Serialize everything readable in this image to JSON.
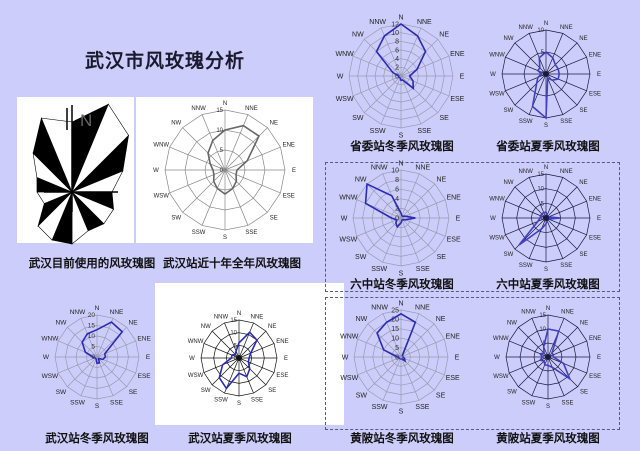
{
  "title": "武汉市风玫瑰分析",
  "directions": [
    "N",
    "NNE",
    "NE",
    "ENE",
    "E",
    "ESE",
    "SE",
    "SSE",
    "S",
    "SSW",
    "SW",
    "WSW",
    "W",
    "WNW",
    "NW",
    "NNW"
  ],
  "legacy_rose": {
    "caption": "武汉目前使用的风玫瑰图",
    "north_label": "N"
  },
  "chart_data": [
    {
      "id": "wuhan-decade",
      "type": "radar",
      "caption": "武汉站近十年全年风玫瑰图",
      "ticks": [
        0,
        5,
        10,
        15
      ],
      "rmax": 15,
      "grid_color": "#888888",
      "line_color": "#666666",
      "values": [
        10,
        12,
        12,
        6,
        3,
        3,
        4,
        5,
        6,
        5,
        4,
        3,
        3,
        4,
        6,
        8
      ]
    },
    {
      "id": "shengwei-winter",
      "type": "radar",
      "caption": "省委站冬季风玫瑰图",
      "ticks": [
        0,
        2,
        4,
        6,
        8,
        10,
        12
      ],
      "rmax": 12,
      "grid_color": "#9a9ab0",
      "line_color": "#2a2ab8",
      "values": [
        12,
        10,
        8,
        4,
        2,
        3,
        4,
        1,
        1,
        0.5,
        0.5,
        0.5,
        0.5,
        2,
        8,
        10
      ]
    },
    {
      "id": "shengwei-summer",
      "type": "radar",
      "caption": "省委站夏季风玫瑰图",
      "ticks": [
        0,
        5,
        10
      ],
      "rmax": 10,
      "grid_color": "#1a1a40",
      "line_color": "#4040c0",
      "values": [
        5,
        4,
        3,
        3,
        3,
        3,
        2,
        1,
        10,
        8,
        3,
        2,
        1,
        2,
        2,
        4
      ]
    },
    {
      "id": "liuzhong-winter",
      "type": "radar",
      "caption": "六中站冬季风玫瑰图",
      "ticks": [
        0,
        2,
        4,
        6,
        8,
        10
      ],
      "rmax": 10,
      "grid_color": "#9a9ab0",
      "line_color": "#2a2ab8",
      "values": [
        1,
        0.5,
        0.5,
        1,
        3,
        1,
        0.5,
        0.5,
        1,
        2,
        1.5,
        1,
        2,
        8,
        10,
        5
      ]
    },
    {
      "id": "liuzhong-summer",
      "type": "radar",
      "caption": "六中站夏季风玫瑰图",
      "ticks": [
        0,
        5,
        10,
        15
      ],
      "rmax": 15,
      "grid_color": "#1a1a40",
      "line_color": "#4040c0",
      "values": [
        2,
        1,
        1,
        1,
        5,
        1,
        1,
        1,
        2,
        4,
        13,
        3,
        2,
        2,
        2,
        2
      ]
    },
    {
      "id": "wuhan-winter",
      "type": "radar",
      "caption": "武汉站冬季风玫瑰图",
      "ticks": [
        0,
        5,
        10,
        15,
        20
      ],
      "rmax": 20,
      "grid_color": "#9a9ab0",
      "line_color": "#2a2ab8",
      "values": [
        13,
        18,
        17,
        4,
        4,
        3,
        1,
        3,
        3,
        1,
        1,
        1,
        2,
        6,
        10,
        12
      ]
    },
    {
      "id": "wuhan-summer",
      "type": "radar",
      "caption": "武汉站夏季风玫瑰图",
      "ticks": [
        0,
        5,
        10,
        15
      ],
      "rmax": 15,
      "grid_color": "#111111",
      "line_color": "#2a2ab8",
      "values": [
        6,
        11,
        10,
        5,
        4,
        4,
        6,
        8,
        6,
        13,
        11,
        7,
        3,
        3,
        2,
        3
      ]
    },
    {
      "id": "huangpi-winter",
      "type": "radar",
      "caption": "黄陂站冬季风玫瑰图",
      "ticks": [
        0,
        5,
        10,
        15,
        20,
        25
      ],
      "rmax": 25,
      "grid_color": "#9a9ab0",
      "line_color": "#2a2ab8",
      "values": [
        23,
        20,
        1,
        1,
        1,
        2,
        3,
        1,
        1,
        1,
        1,
        1,
        2,
        10,
        18,
        20
      ]
    },
    {
      "id": "huangpi-summer",
      "type": "radar",
      "caption": "黄陂站夏季风玫瑰图",
      "ticks": [
        0,
        5,
        10,
        15
      ],
      "rmax": 15,
      "grid_color": "#1a1a40",
      "line_color": "#4040c0",
      "values": [
        10,
        10,
        2,
        2,
        2,
        6,
        11,
        4,
        3,
        3,
        2,
        3,
        2,
        3,
        2,
        4
      ]
    }
  ]
}
